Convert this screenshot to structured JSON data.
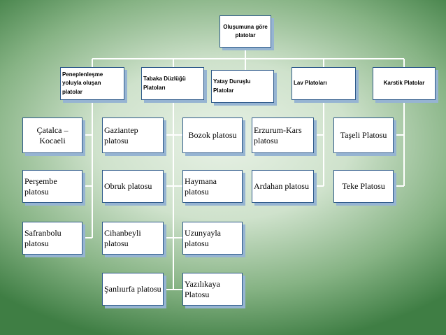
{
  "root": "Oluşumuna göre platolar",
  "categories": [
    "Peneplenleşme yoluyla oluşan platolar",
    "Tabaka Düzlüğü Platoları",
    "Yatay Duruşlu Platolar",
    "Lav Platoları",
    "Karstik Platolar"
  ],
  "items": {
    "peneplen": [
      "Çatalca – Kocaeli",
      "Perşembe platosu",
      "Safranbolu platosu"
    ],
    "tabaka": [
      "Gaziantep platosu",
      "Obruk platosu",
      "Cihanbeyli platosu",
      "Şanlıurfa platosu"
    ],
    "yatay": [
      "Bozok platosu",
      "Haymana platosu",
      "Uzunyayla platosu",
      "Yazılıkaya Platosu"
    ],
    "lav": [
      "Erzurum-Kars platosu",
      "Ardahan platosu"
    ],
    "karstik": [
      "Taşeli Platosu",
      "Teke Platosu"
    ]
  }
}
